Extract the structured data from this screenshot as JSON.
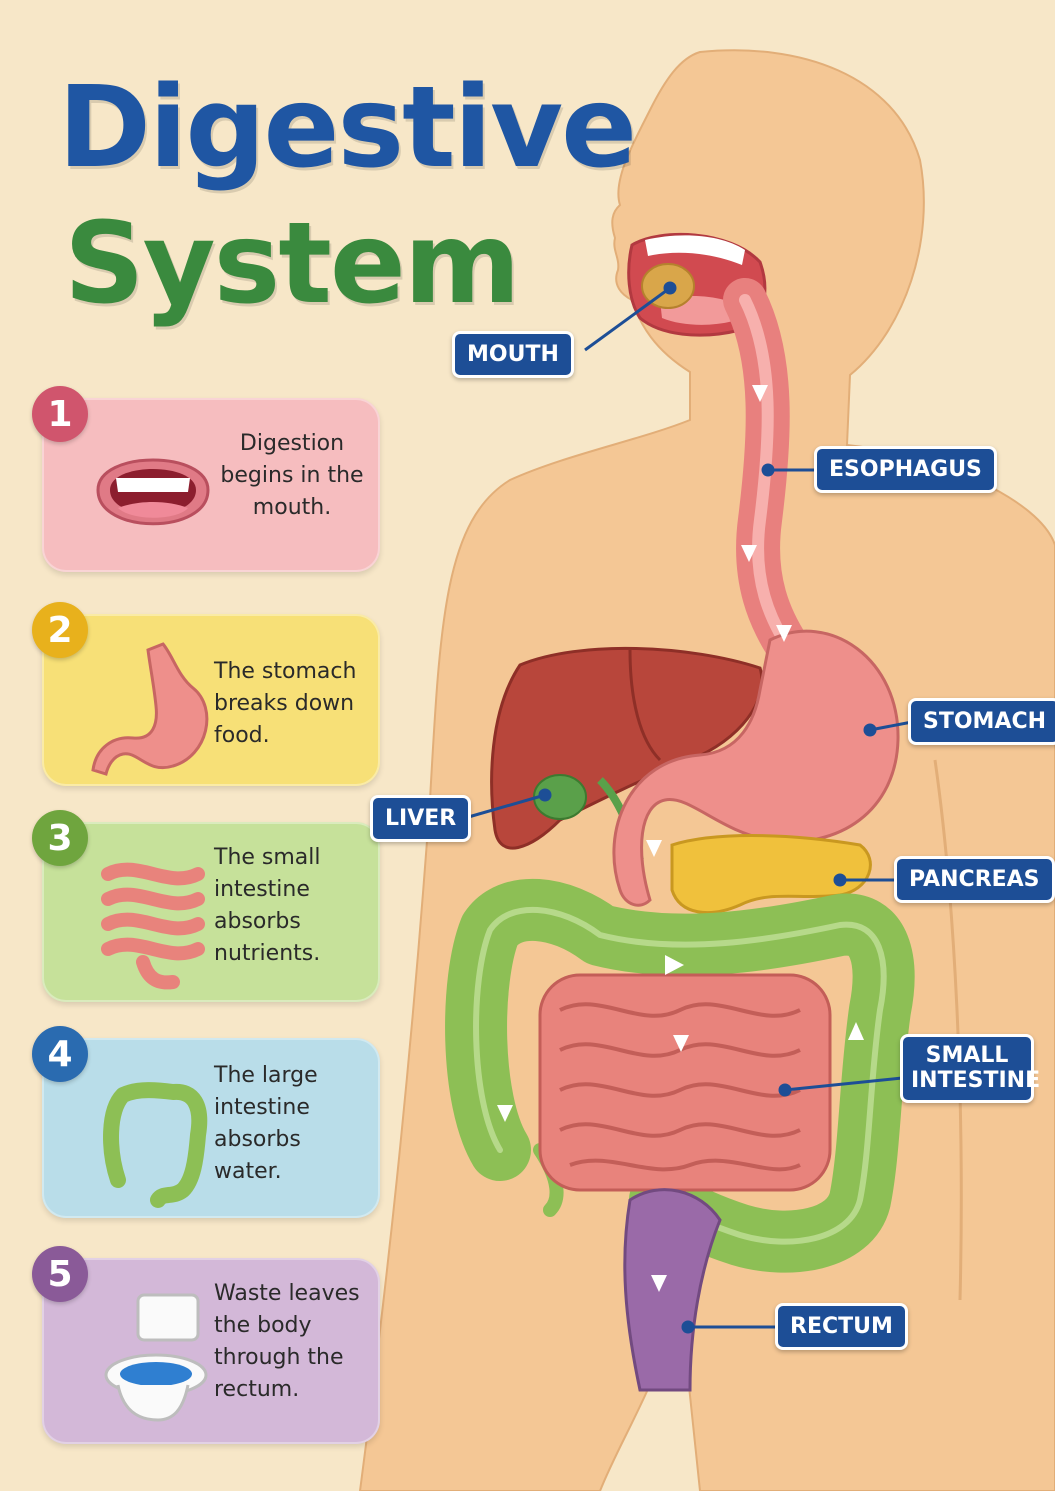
{
  "title": {
    "line1": "Digestive",
    "line2": "System"
  },
  "steps": [
    {
      "number": "1",
      "text": "Digestion begins in the mouth.",
      "icon": "open-mouth-icon",
      "color": "#f6bdbf",
      "badge_color": "#d0556d"
    },
    {
      "number": "2",
      "text": "The stomach breaks down food.",
      "icon": "stomach-icon",
      "color": "#f7e077",
      "badge_color": "#e8b11c"
    },
    {
      "number": "3",
      "text": "The small intestine absorbs nutrients.",
      "icon": "small-intestine-icon",
      "color": "#c6e19a",
      "badge_color": "#6fa53e"
    },
    {
      "number": "4",
      "text": "The large intestine absorbs water.",
      "icon": "large-intestine-icon",
      "color": "#b9dde9",
      "badge_color": "#2a6bb0"
    },
    {
      "number": "5",
      "text": "Waste leaves the body through the rectum.",
      "icon": "toilet-icon",
      "color": "#d3b8d8",
      "badge_color": "#8a5a98"
    }
  ],
  "labels": {
    "mouth": "MOUTH",
    "esophagus": "ESOPHAGUS",
    "stomach": "STOMACH",
    "liver": "LIVER",
    "pancreas": "PANCREAS",
    "small_intestine": "SMALL INTESTINE",
    "rectum": "RECTUM"
  },
  "colors": {
    "background": "#f7e7c8",
    "body": "#f4c795",
    "label": "#1d4e96",
    "title_blue": "#1f56a3",
    "title_green": "#3a8a3e",
    "liver": "#b8463b",
    "stomach": "#ee8f8b",
    "pancreas": "#f0c13c",
    "large_intestine": "#8dbf55",
    "small_intestine": "#e8837c",
    "rectum": "#9a6aa8",
    "gallbladder": "#5aa04a"
  }
}
